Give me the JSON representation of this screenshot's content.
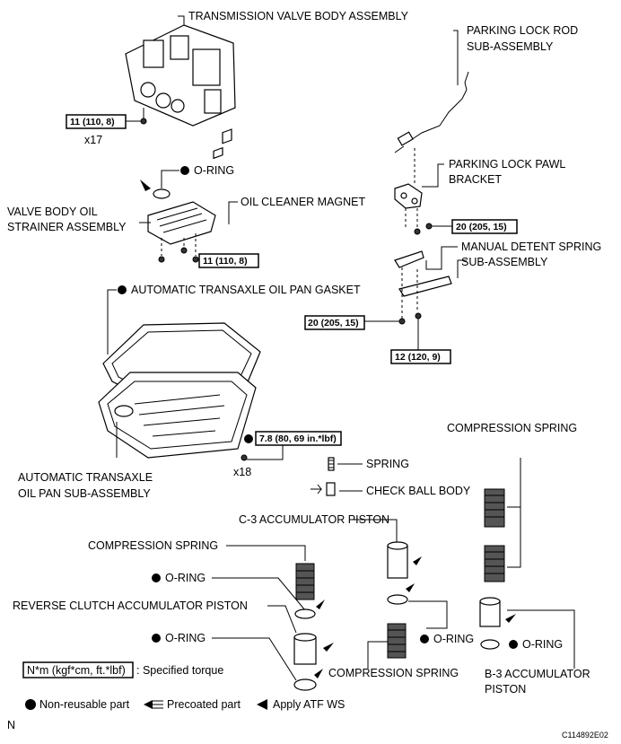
{
  "labels": {
    "valve_body": "TRANSMISSION VALVE BODY ASSEMBLY",
    "parking_rod_1": "PARKING LOCK ROD",
    "parking_rod_2": "SUB-ASSEMBLY",
    "oring_1": "O-RING",
    "pawl_bracket_1": "PARKING LOCK PAWL",
    "pawl_bracket_2": "BRACKET",
    "strainer_1": "VALVE BODY OIL",
    "strainer_2": "STRAINER ASSEMBLY",
    "magnet": "OIL CLEANER MAGNET",
    "detent_1": "MANUAL DETENT SPRING",
    "detent_2": "SUB-ASSEMBLY",
    "pan_gasket": "AUTOMATIC TRANSAXLE OIL PAN GASKET",
    "pan_1": "AUTOMATIC TRANSAXLE",
    "pan_2": "OIL PAN SUB-ASSEMBLY",
    "compression_spring_top": "COMPRESSION SPRING",
    "spring": "SPRING",
    "check_ball": "CHECK BALL BODY",
    "c3_piston": "C-3 ACCUMULATOR PISTON",
    "compression_spring_left": "COMPRESSION SPRING",
    "oring_2": "O-RING",
    "reverse_piston": "REVERSE CLUTCH ACCUMULATOR PISTON",
    "oring_3": "O-RING",
    "oring_4": "O-RING",
    "oring_5": "O-RING",
    "compression_spring_bottom": "COMPRESSION SPRING",
    "b3_piston_1": "B-3 ACCUMULATOR",
    "b3_piston_2": "PISTON",
    "qty_17": "x17",
    "qty_18": "x18"
  },
  "torques": {
    "t1": "11 (110, 8)",
    "t2": "20 (205, 15)",
    "t3": "11 (110, 8)",
    "t4": "20 (205, 15)",
    "t5": "12 (120, 9)",
    "t6": "7.8 (80, 69 in.*lbf)"
  },
  "legend": {
    "torque_box": "N*m (kgf*cm, ft.*lbf)",
    "torque_text": ": Specified torque",
    "non_reusable": "Non-reusable part",
    "precoated": "Precoated part",
    "apply_atf": "Apply ATF WS"
  },
  "corner": {
    "left": "N",
    "right": "C114892E02"
  }
}
